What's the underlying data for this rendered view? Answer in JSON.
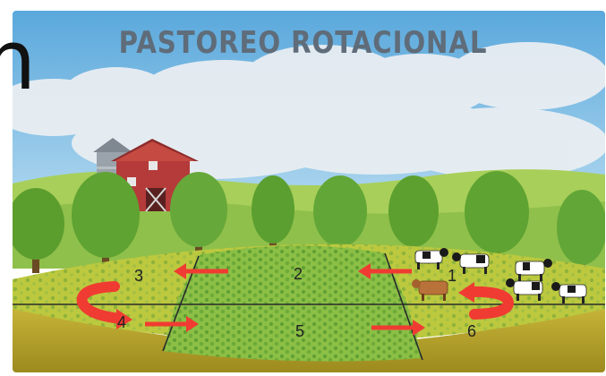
{
  "title": "PASTOREO ROTACIONAL",
  "left_edge_text": "n",
  "paddocks": [
    {
      "label": "1"
    },
    {
      "label": "2"
    },
    {
      "label": "3"
    },
    {
      "label": "4"
    },
    {
      "label": "5"
    },
    {
      "label": "6"
    }
  ],
  "colors": {
    "sky": "#6fb6e2",
    "title": "#5f6c79",
    "arrow": "#f03b32",
    "grass_grazed": "#b9c93b",
    "grass_fresh": "#7fb83e",
    "soil": "#b8a52a",
    "barn": "#b53a3a"
  }
}
